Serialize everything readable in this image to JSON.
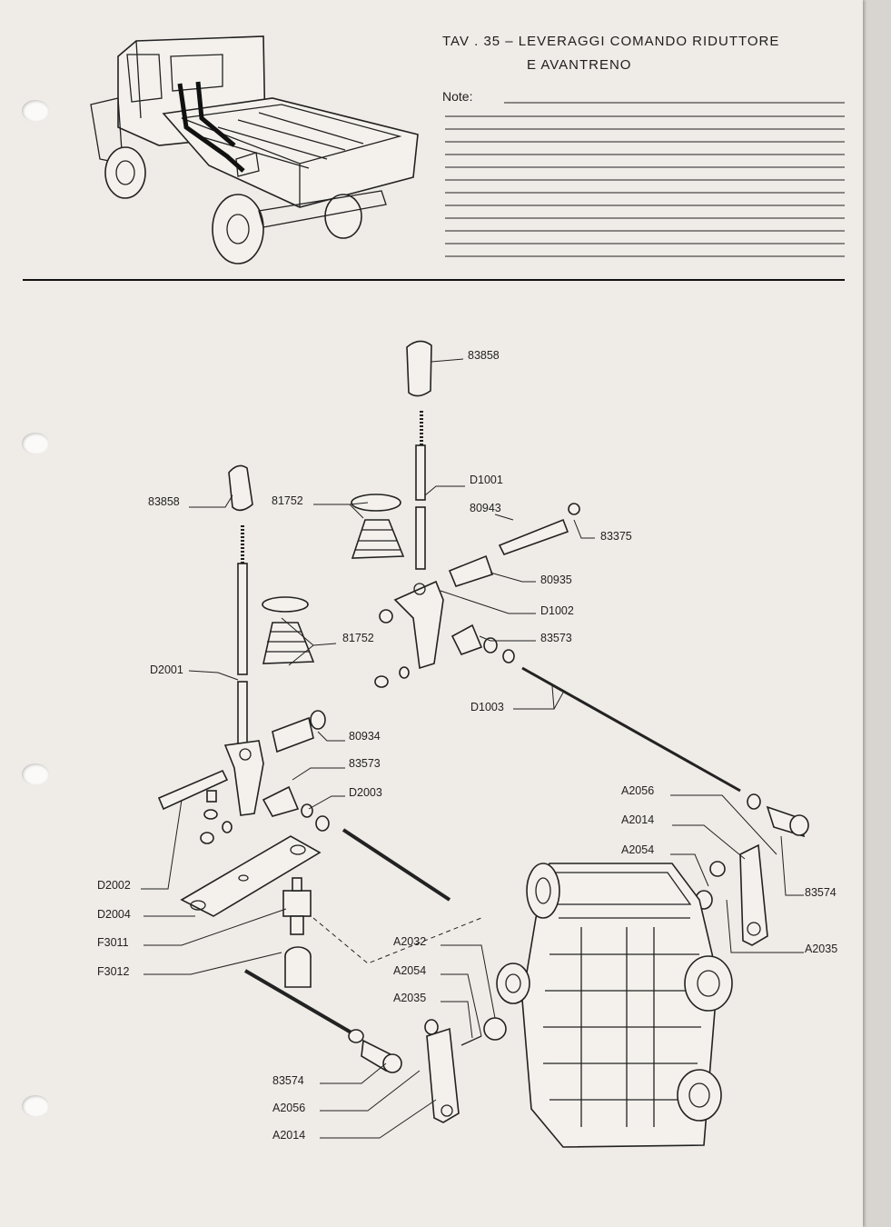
{
  "header": {
    "title_line1": "TAV . 35 – LEVERAGGI COMANDO RIDUTTORE",
    "title_line2": "E AVANTRENO",
    "note_label": "Note:"
  },
  "parts": [
    {
      "id": "p-83858-top",
      "label": "83858"
    },
    {
      "id": "p-D1001",
      "label": "D1001"
    },
    {
      "id": "p-83858-left",
      "label": "83858"
    },
    {
      "id": "p-81752-top",
      "label": "81752"
    },
    {
      "id": "p-80943",
      "label": "80943"
    },
    {
      "id": "p-83375",
      "label": "83375"
    },
    {
      "id": "p-80935",
      "label": "80935"
    },
    {
      "id": "p-D1002",
      "label": "D1002"
    },
    {
      "id": "p-81752-mid",
      "label": "81752"
    },
    {
      "id": "p-83573-right",
      "label": "83573"
    },
    {
      "id": "p-D2001",
      "label": "D2001"
    },
    {
      "id": "p-D1003",
      "label": "D1003"
    },
    {
      "id": "p-80934",
      "label": "80934"
    },
    {
      "id": "p-83573-left",
      "label": "83573"
    },
    {
      "id": "p-D2003",
      "label": "D2003"
    },
    {
      "id": "p-A2056-right",
      "label": "A2056"
    },
    {
      "id": "p-A2014-right",
      "label": "A2014"
    },
    {
      "id": "p-A2054-right",
      "label": "A2054"
    },
    {
      "id": "p-D2002",
      "label": "D2002"
    },
    {
      "id": "p-83574-right",
      "label": "83574"
    },
    {
      "id": "p-D2004",
      "label": "D2004"
    },
    {
      "id": "p-F3011",
      "label": "F3011"
    },
    {
      "id": "p-A2032",
      "label": "A2032"
    },
    {
      "id": "p-A2035-right",
      "label": "A2035"
    },
    {
      "id": "p-F3012",
      "label": "F3012"
    },
    {
      "id": "p-A2054-bottom",
      "label": "A2054"
    },
    {
      "id": "p-A2035-bottom",
      "label": "A2035"
    },
    {
      "id": "p-83574-bottom",
      "label": "83574"
    },
    {
      "id": "p-A2056-bottom",
      "label": "A2056"
    },
    {
      "id": "p-A2014-bottom",
      "label": "A2014"
    }
  ]
}
